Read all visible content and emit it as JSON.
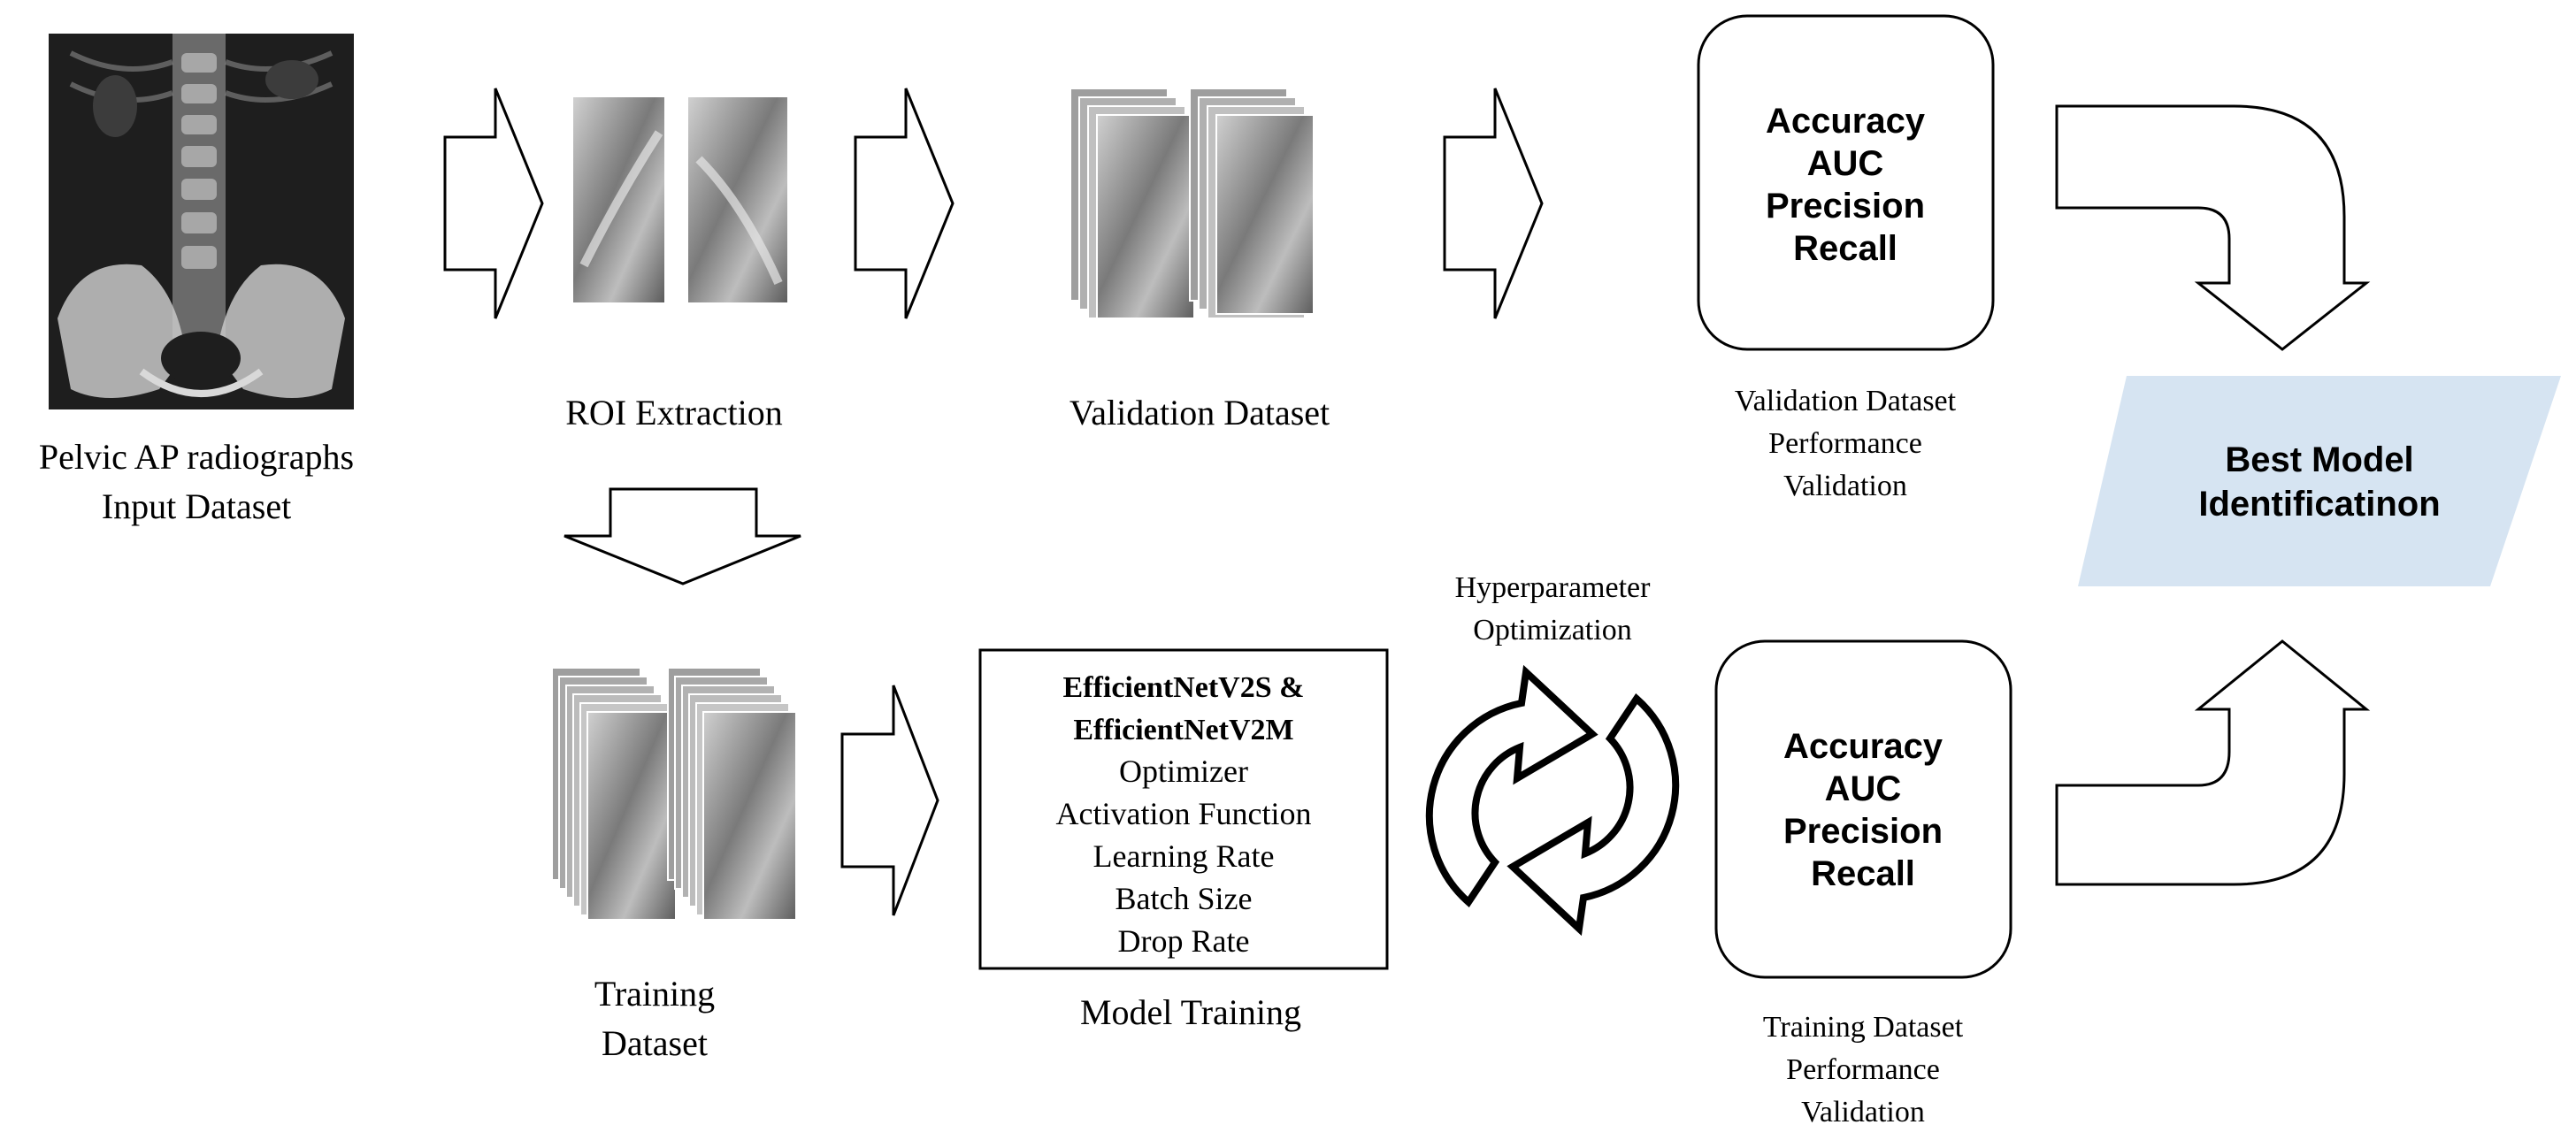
{
  "input": {
    "caption_line1": "Pelvic AP radiographs",
    "caption_line2": "Input Dataset"
  },
  "roi": {
    "caption": "ROI Extraction"
  },
  "validation_dataset": {
    "caption": "Validation Dataset"
  },
  "validation_metrics": {
    "items": [
      "Accuracy",
      "AUC",
      "Precision",
      "Recall"
    ],
    "caption_line1": "Validation Dataset",
    "caption_line2": "Performance",
    "caption_line3": "Validation"
  },
  "best_model": {
    "line1": "Best Model",
    "line2": "Identificatinon",
    "fill_color": "#d6e4f2"
  },
  "training_dataset": {
    "caption_line1": "Training",
    "caption_line2": "Dataset"
  },
  "model_training": {
    "bold_line1": "EfficientNetV2S &",
    "bold_line2": "EfficientNetV2M",
    "params": [
      "Optimizer",
      "Activation Function",
      "Learning Rate",
      "Batch Size",
      "Drop Rate"
    ],
    "caption": "Model Training"
  },
  "hyperparameter": {
    "line1": "Hyperparameter",
    "line2": "Optimization"
  },
  "training_metrics": {
    "items": [
      "Accuracy",
      "AUC",
      "Precision",
      "Recall"
    ],
    "caption_line1": "Training Dataset",
    "caption_line2": "Performance",
    "caption_line3": "Validation"
  }
}
